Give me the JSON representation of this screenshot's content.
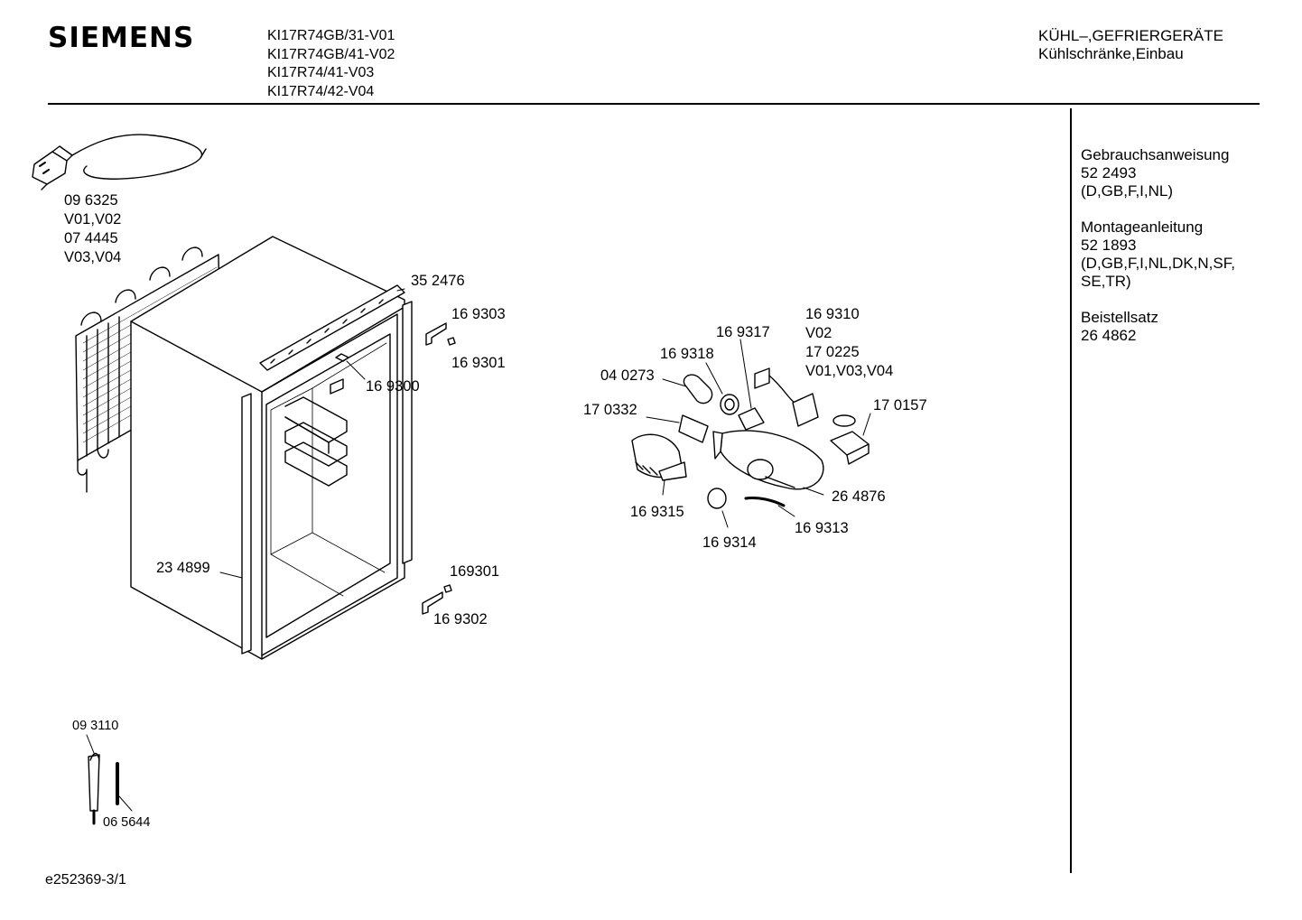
{
  "header": {
    "brand": "SIEMENS",
    "models": [
      "KI17R74GB/31-V01",
      "KI17R74GB/41-V02",
      "KI17R74/41-V03",
      "KI17R74/42-V04"
    ],
    "category_line1": "KÜHL–,GEFRIERGERÄTE",
    "category_line2": "Kühlschränke,Einbau"
  },
  "sidebar": {
    "blocks": [
      {
        "title": "Gebrauchsanweisung",
        "lines": [
          "52 2493",
          "(D,GB,F,I,NL)"
        ]
      },
      {
        "title": "Montageanleitung",
        "lines": [
          "52 1893",
          "(D,GB,F,I,NL,DK,N,SF,",
          "SE,TR)"
        ]
      },
      {
        "title": "Beistellsatz",
        "lines": [
          "26 4862"
        ]
      }
    ]
  },
  "parts": {
    "cable_1": "09 6325",
    "cable_1_variants": "V01,V02",
    "cable_2": "07 4445",
    "cable_2_variants": "V03,V04",
    "p352476": "35 2476",
    "p169303": "16 9303",
    "p169301": "16 9301",
    "p169300": "16 9300",
    "p234899": "23 4899",
    "p169301b": "169301",
    "p169302": "16 9302",
    "p169317": "16 9317",
    "p169310": "16 9310",
    "p169310_variant": "V02",
    "p170225": "17 0225",
    "p170225_variants": "V01,V03,V04",
    "p169318": "16 9318",
    "p040273": "04 0273",
    "p170332": "17 0332",
    "p170157": "17 0157",
    "p264876": "26 4876",
    "p169315": "16 9315",
    "p169314": "16 9314",
    "p169313": "16 9313",
    "p093110": "09 3110",
    "p065644": "06 5644"
  },
  "footer": {
    "doc_id": "e252369-3/1"
  }
}
